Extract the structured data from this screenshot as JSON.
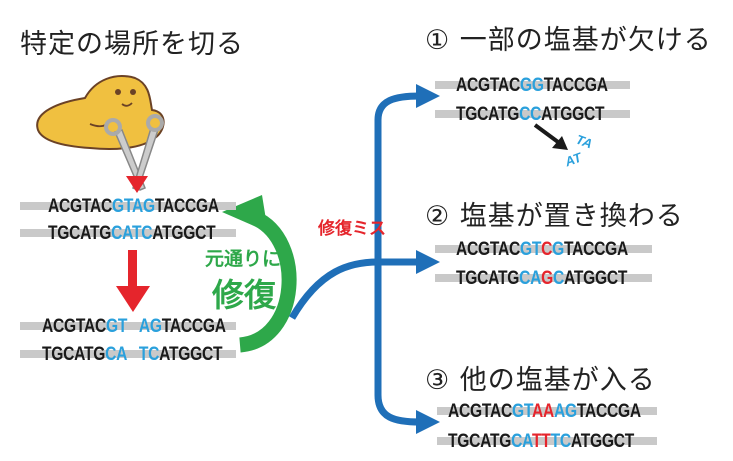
{
  "left": {
    "title": "特定の場所を切る",
    "original": {
      "top": [
        {
          "t": "ACGTAC",
          "c": "k"
        },
        {
          "t": "GTAG",
          "c": "b"
        },
        {
          "t": "TACCGA",
          "c": "k"
        }
      ],
      "bottom": [
        {
          "t": "TGCATG",
          "c": "k"
        },
        {
          "t": "CATC",
          "c": "b"
        },
        {
          "t": "ATGGCT",
          "c": "k"
        }
      ]
    },
    "cut": {
      "top": [
        {
          "t": "ACGTAC",
          "c": "k"
        },
        {
          "t": "GT",
          "c": "b"
        },
        {
          "t": "   ",
          "c": "k"
        },
        {
          "t": "AG",
          "c": "b"
        },
        {
          "t": "TACCGA",
          "c": "k"
        }
      ],
      "bottom": [
        {
          "t": "TGCATG",
          "c": "k"
        },
        {
          "t": "CA",
          "c": "b"
        },
        {
          "t": "   ",
          "c": "k"
        },
        {
          "t": "TC",
          "c": "b"
        },
        {
          "t": "ATGGCT",
          "c": "k"
        }
      ]
    },
    "repair_line1": "元通りに",
    "repair_line2": "修復"
  },
  "misrepair_label": "修復ミス",
  "outcomes": [
    {
      "title": "① 一部の塩基が欠ける",
      "top": [
        {
          "t": "ACGTAC",
          "c": "k"
        },
        {
          "t": "GG",
          "c": "b"
        },
        {
          "t": "TACCGA",
          "c": "k"
        }
      ],
      "bottom": [
        {
          "t": "TGCATG",
          "c": "k"
        },
        {
          "t": "CC",
          "c": "b"
        },
        {
          "t": "ATGGCT",
          "c": "k"
        }
      ],
      "lost1": "TA",
      "lost2": "AT"
    },
    {
      "title": "② 塩基が置き換わる",
      "top": [
        {
          "t": "ACGTAC",
          "c": "k"
        },
        {
          "t": "GT",
          "c": "b"
        },
        {
          "t": "C",
          "c": "r"
        },
        {
          "t": "G",
          "c": "b"
        },
        {
          "t": "TACCGA",
          "c": "k"
        }
      ],
      "bottom": [
        {
          "t": "TGCATG",
          "c": "k"
        },
        {
          "t": "CA",
          "c": "b"
        },
        {
          "t": "G",
          "c": "r"
        },
        {
          "t": "C",
          "c": "b"
        },
        {
          "t": "ATGGCT",
          "c": "k"
        }
      ]
    },
    {
      "title": "③ 他の塩基が入る",
      "top": [
        {
          "t": "ACGTAC",
          "c": "k"
        },
        {
          "t": "GT",
          "c": "b"
        },
        {
          "t": "AA",
          "c": "r"
        },
        {
          "t": "AG",
          "c": "b"
        },
        {
          "t": "TACCGA",
          "c": "k"
        }
      ],
      "bottom": [
        {
          "t": "TGCATG",
          "c": "k"
        },
        {
          "t": "CA",
          "c": "b"
        },
        {
          "t": "TT",
          "c": "r"
        },
        {
          "t": "TC",
          "c": "b"
        },
        {
          "t": "ATGGCT",
          "c": "k"
        }
      ]
    }
  ],
  "colors": {
    "blue": "#1f6fb8",
    "green": "#2ea84a",
    "red": "#e5252c",
    "base_blue": "#2aa0dc"
  }
}
